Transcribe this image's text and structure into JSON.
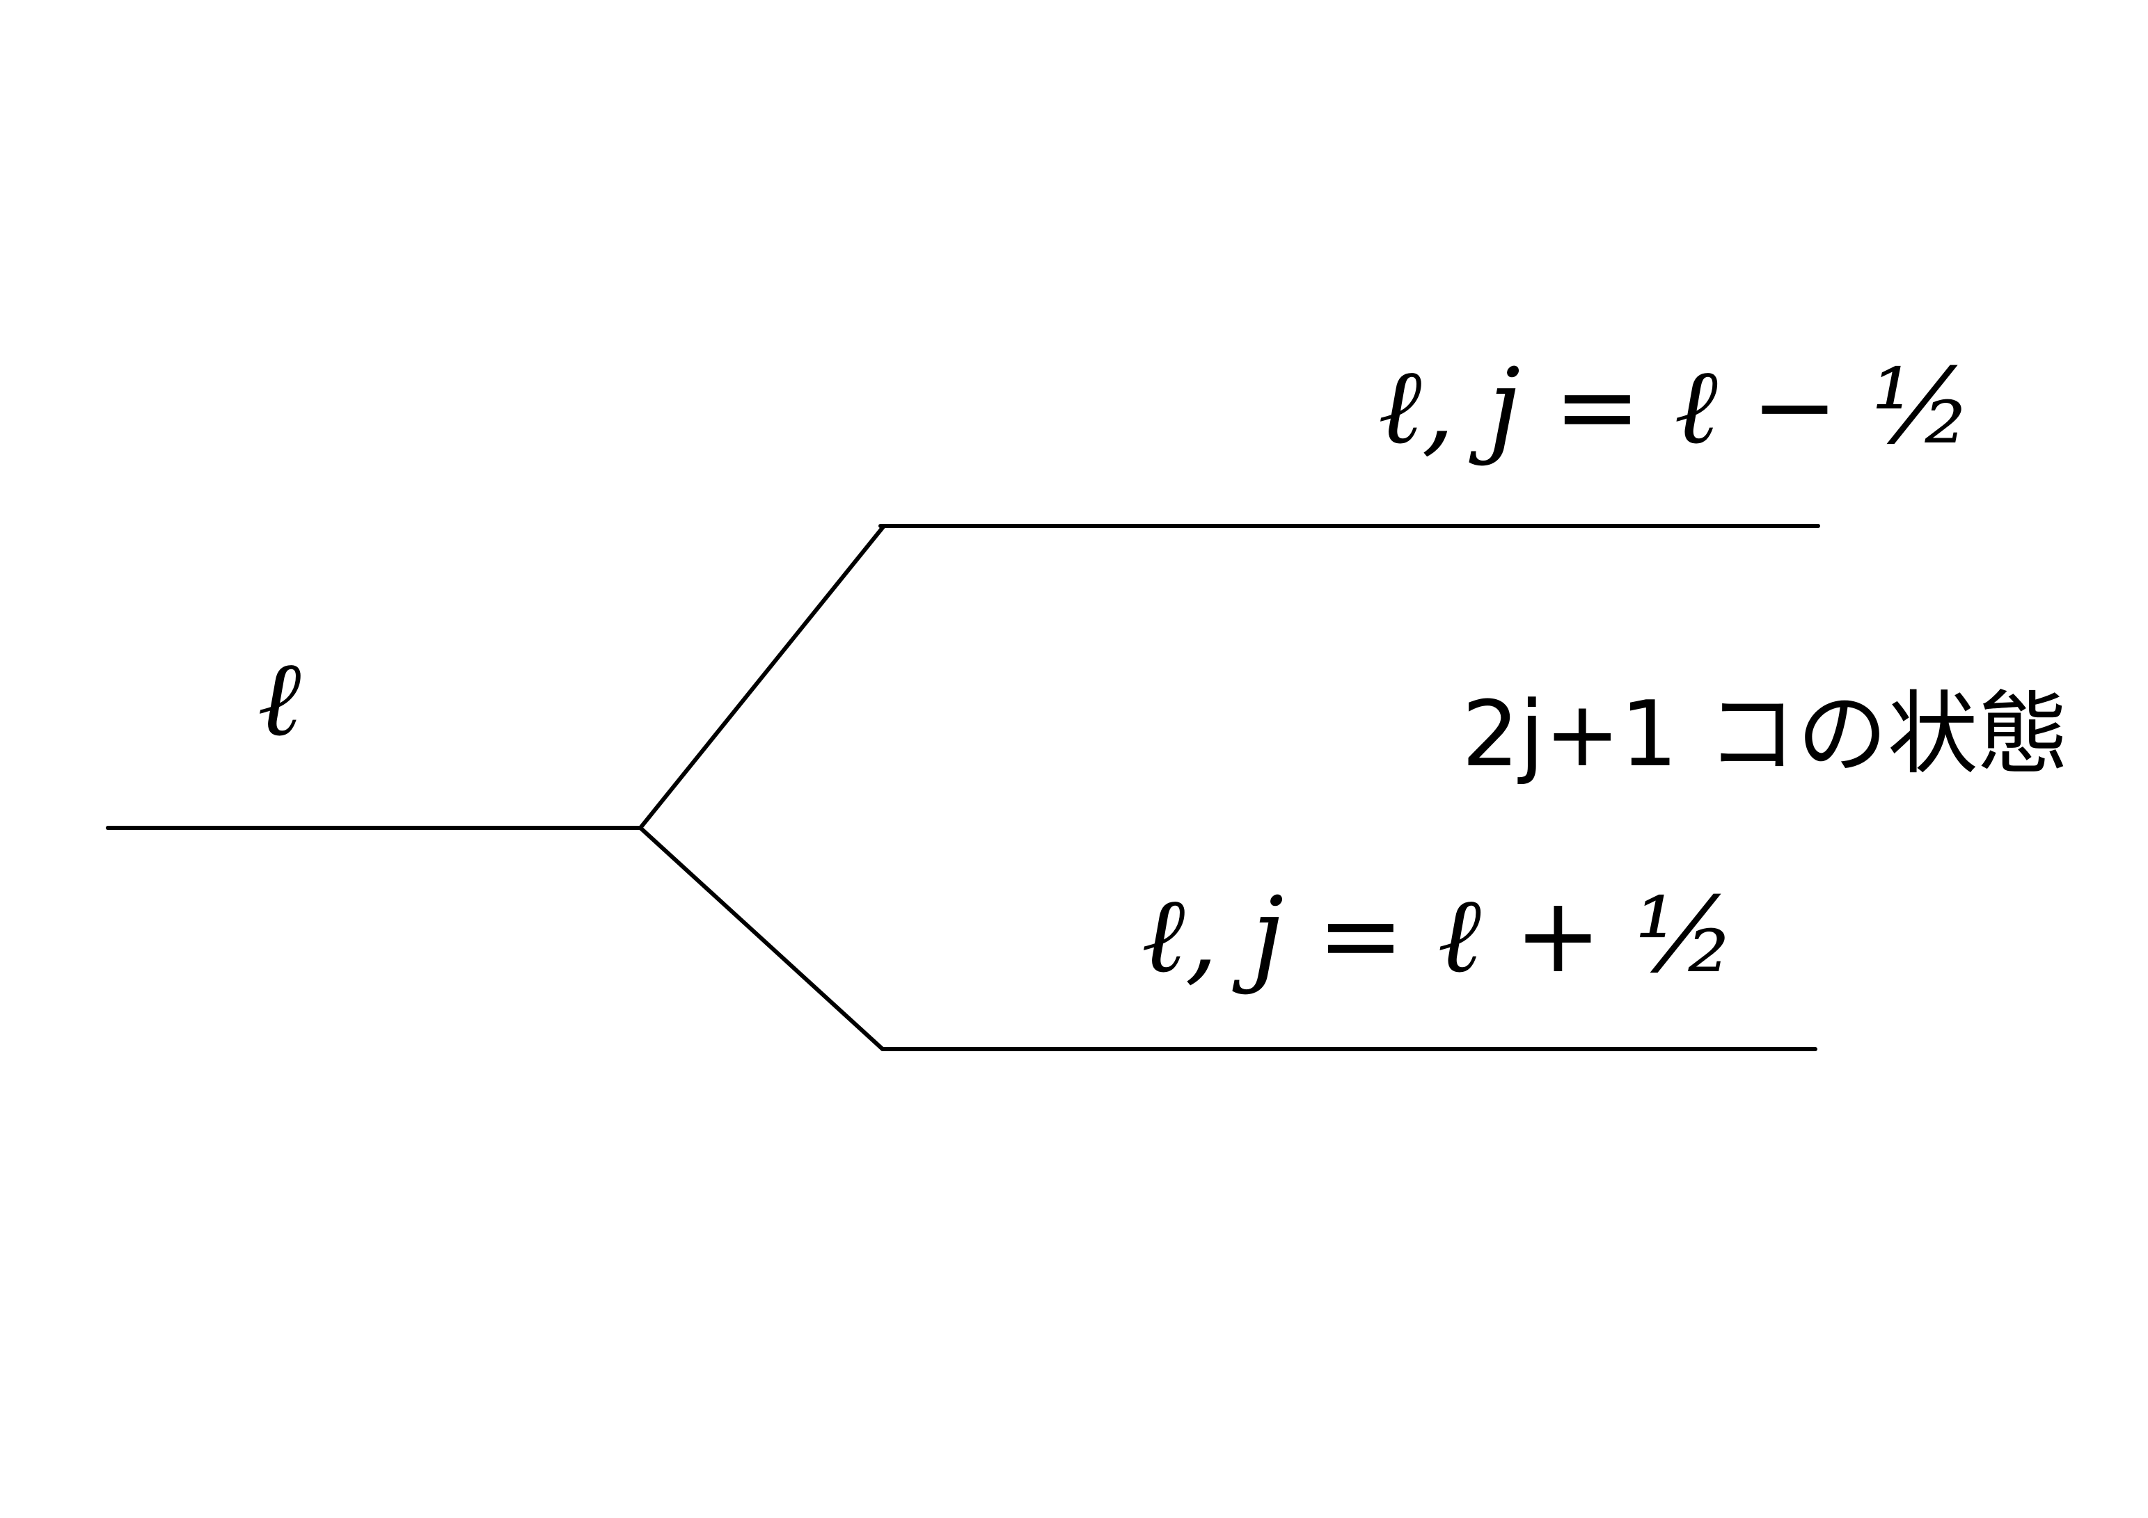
{
  "labels": {
    "unsplit_level": "ℓ",
    "upper_level": "ℓ, j = ℓ − ½",
    "lower_level": "ℓ, j = ℓ + ½",
    "degeneracy": "2j+1 コの状態"
  },
  "colors": {
    "ink": "#000000",
    "background": "#ffffff"
  }
}
